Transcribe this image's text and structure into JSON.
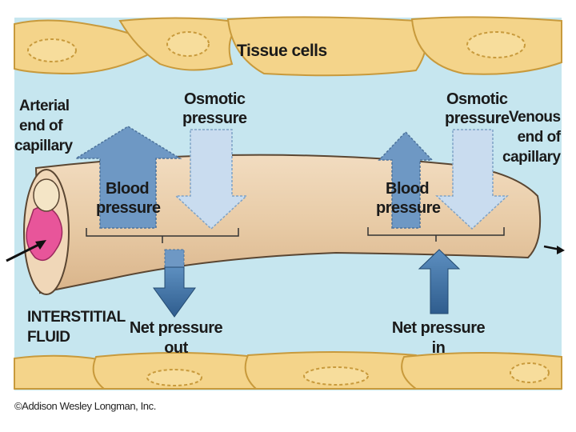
{
  "labels": {
    "tissue_cells": "Tissue cells",
    "arterial_end": [
      "Arterial",
      "end of",
      "capillary"
    ],
    "venous_end": [
      "Venous",
      "end of",
      "capillary"
    ],
    "osmotic_left": [
      "Osmotic",
      "pressure"
    ],
    "osmotic_right": [
      "Osmotic",
      "pressure"
    ],
    "blood_left": [
      "Blood",
      "pressure"
    ],
    "blood_right": [
      "Blood",
      "pressure"
    ],
    "net_out": [
      "Net pressure",
      "out"
    ],
    "net_in": [
      "Net pressure",
      "in"
    ],
    "interstitial": [
      "INTERSTITIAL",
      "FLUID"
    ]
  },
  "credit": "©Addison Wesley Longman, Inc.",
  "colors": {
    "fluid_bg": "#c6e6ef",
    "cell_fill": "#f4d48a",
    "cell_edge": "#c89a3c",
    "capillary": "#ecd3b2",
    "capillary_edge": "#5a4632",
    "lumen": "#e8559a",
    "blood_arrow": "#6e98c4",
    "osmotic_arrow": "#c9dcef",
    "net_arrow": "#3b6c9c"
  }
}
